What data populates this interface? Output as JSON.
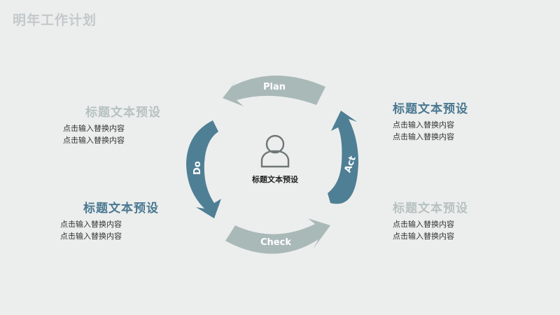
{
  "slide_title": "明年工作计划",
  "center": {
    "label": "标题文本预设",
    "icon": "person-icon"
  },
  "cycle": {
    "plan": {
      "label": "Plan",
      "color": "#a9b9b8"
    },
    "act": {
      "label": "Act",
      "color": "#4f7f95"
    },
    "check": {
      "label": "Check",
      "color": "#a9b9b8"
    },
    "do": {
      "label": "Do",
      "color": "#4f7f95"
    }
  },
  "blocks": {
    "top_left": {
      "heading": "标题文本预设",
      "lines": [
        "点击输入替换内容",
        "点击输入替换内容"
      ]
    },
    "top_right": {
      "heading": "标题文本预设",
      "lines": [
        "点击输入替换内容",
        "点击输入替换内容"
      ]
    },
    "bottom_left": {
      "heading": "标题文本预设",
      "lines": [
        "点击输入替换内容",
        "点击输入替换内容"
      ]
    },
    "bottom_right": {
      "heading": "标题文本预设",
      "lines": [
        "点击输入替换内容",
        "点击输入替换内容"
      ]
    }
  },
  "colors": {
    "dark": "#4a7891",
    "light": "#b7c1c1",
    "background": "#eceeed"
  }
}
